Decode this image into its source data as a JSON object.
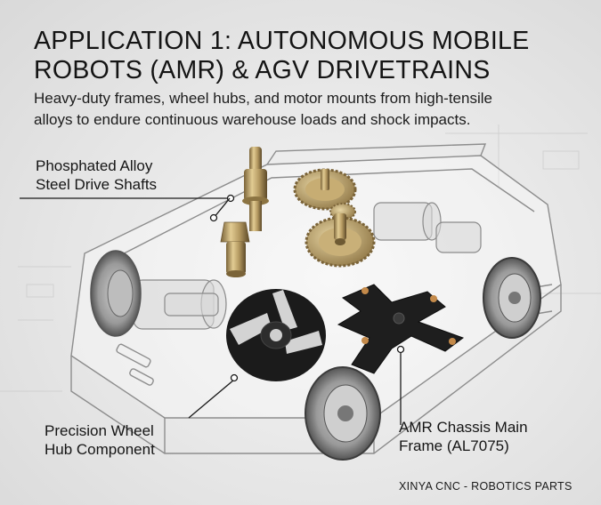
{
  "header": {
    "title_line1": "APPLICATION 1: AUTONOMOUS MOBILE",
    "title_line2": "ROBOTS (AMR) & AGV DRIVETRAINS",
    "subtitle_line1": "Heavy-duty frames, wheel hubs, and motor mounts from high-tensile",
    "subtitle_line2": "alloys to endure continuous warehouse loads and shock impacts."
  },
  "callouts": {
    "shafts_line1": "Phosphated Alloy",
    "shafts_line2": "Steel Drive Shafts",
    "hub_line1": "Precision Wheel",
    "hub_line2": "Hub Component",
    "frame_line1": "AMR Chassis Main",
    "frame_line2": "Frame (AL7075)"
  },
  "footer": {
    "brand": "XINYA CNC - ROBOTICS PARTS"
  },
  "colors": {
    "background": "#e6e6e6",
    "text": "#141414",
    "brass": "#b59a62",
    "black_part": "#1b1b1b",
    "chassis_line": "#8a8a8a"
  }
}
